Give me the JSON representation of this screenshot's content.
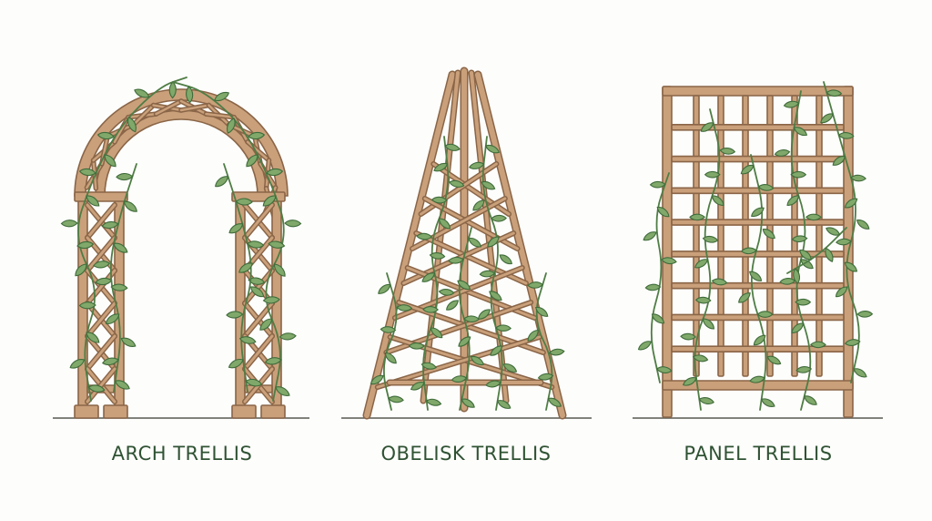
{
  "trellises": [
    {
      "id": "arch",
      "label": "ARCH TRELLIS"
    },
    {
      "id": "obelisk",
      "label": "OBELISK TRELLIS"
    },
    {
      "id": "panel",
      "label": "PANEL TRELLIS"
    }
  ],
  "colors": {
    "wood": "#c9a07a",
    "wood_outline": "#8a6547",
    "leaf": "#7fa86a",
    "leaf_outline": "#3f6b3a",
    "vine": "#4f7d45",
    "ground": "#5a5a52",
    "caption": "#2f5233",
    "background": "#fdfdfb"
  }
}
